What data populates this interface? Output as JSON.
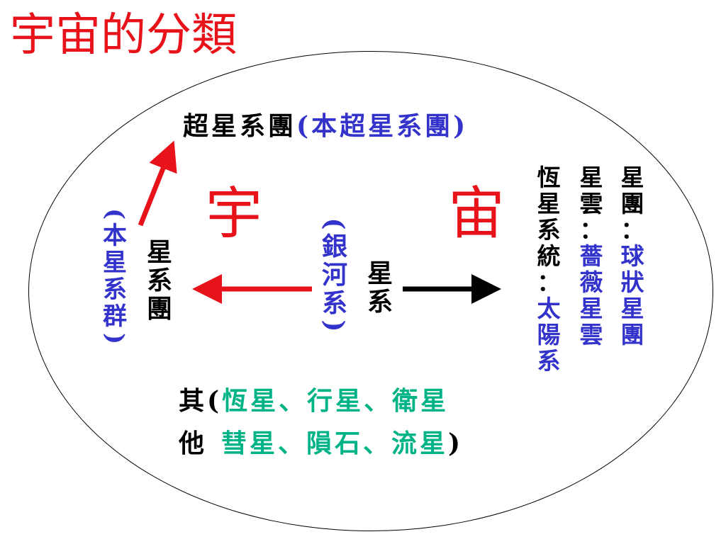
{
  "title": "宇宙的分類",
  "colors": {
    "title": "#e8131a",
    "black": "#000000",
    "blue": "#3333cc",
    "green": "#00b386",
    "red": "#e8131a"
  },
  "universe": {
    "left_char": "宇",
    "right_char": "宙"
  },
  "supercluster": {
    "label": "超星系團",
    "open_paren": "(",
    "example": "本超星系團",
    "close_paren": ")"
  },
  "galaxy_group": {
    "label": "星系團",
    "example": "(本星系群)"
  },
  "galaxy": {
    "label": "星系",
    "example": "(銀河系)"
  },
  "stellar_system": {
    "label": "恆星系統：",
    "example": "太陽系"
  },
  "nebula": {
    "label": "星雲：",
    "example": "薔薇星雲"
  },
  "cluster": {
    "label": "星團：",
    "example": "球狀星團"
  },
  "others": {
    "label_top": "其",
    "label_bottom": "他",
    "open_paren": "(",
    "line1": "恆星、行星、衛星",
    "line2": "彗星、隕石、流星",
    "close_paren": ")"
  }
}
